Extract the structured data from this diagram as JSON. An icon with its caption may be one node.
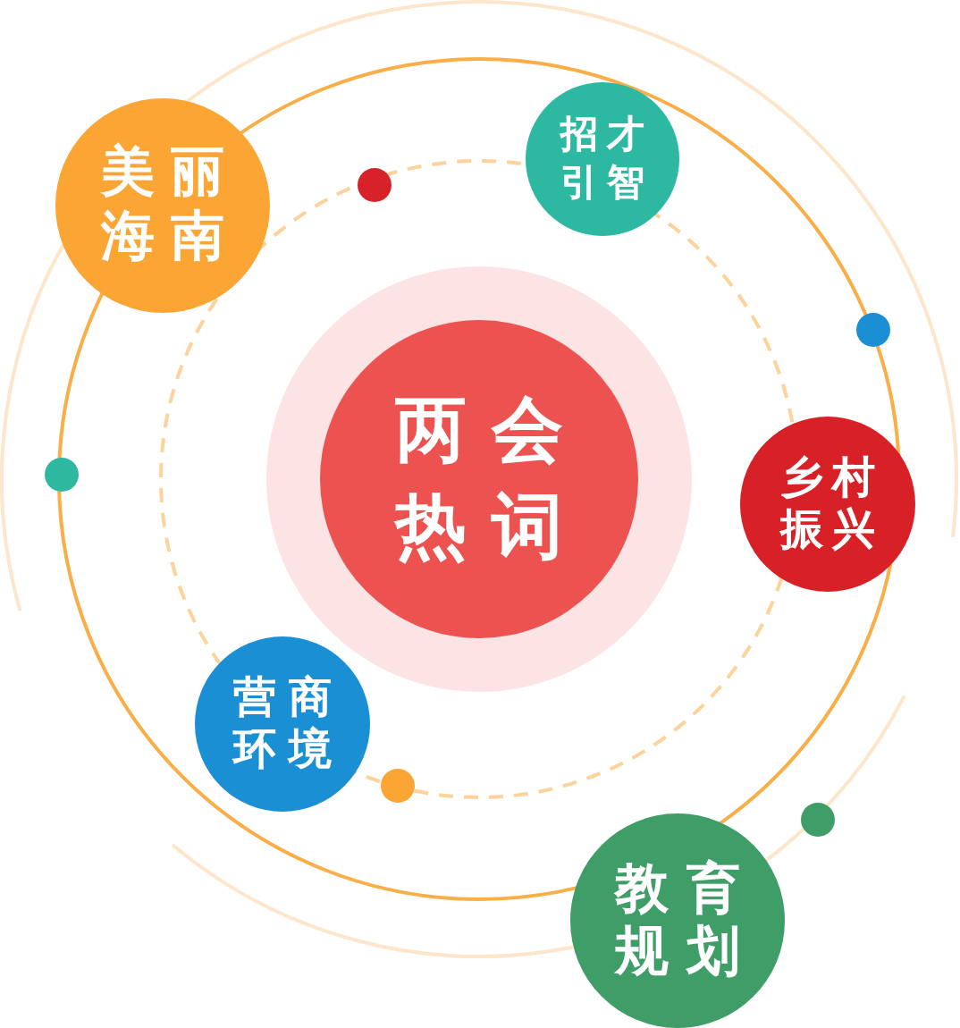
{
  "diagram": {
    "nodes": [
      {
        "text": [
          "美丽海南"
        ]
      },
      {
        "text": [
          "招才引智"
        ]
      },
      {
        "text": [
          "两会热词"
        ]
      },
      {
        "text": [
          "乡村振兴"
        ]
      },
      {
        "text": [
          "营商环境"
        ]
      },
      {
        "text": [
          "教育规划"
        ]
      },
      {
        "text": [],
        "shape": "circle"
      },
      {
        "text": [],
        "shape": "circle"
      },
      {
        "text": [],
        "shape": "circle"
      },
      {
        "text": [],
        "shape": "circle"
      },
      {
        "text": [],
        "shape": "circle"
      }
    ]
  }
}
